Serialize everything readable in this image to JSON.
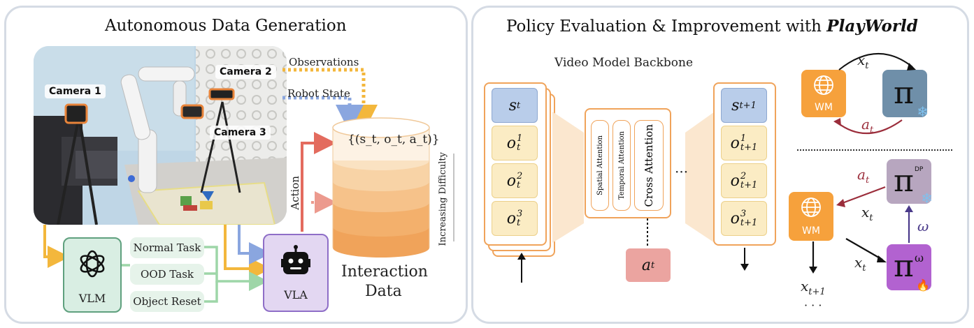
{
  "left_panel": {
    "title": "Autonomous Data Generation",
    "cameras": [
      "Camera 1",
      "Camera 2",
      "Camera 3"
    ],
    "flows": {
      "observations": "Observations",
      "robot_state": "Robot State",
      "action": "Action"
    },
    "vlm_label": "VLM",
    "tasks": [
      "Normal Task",
      "OOD Task",
      "Object Reset"
    ],
    "vla_label": "VLA",
    "database_tuple": "{(s_t, o_t, a_t)}",
    "difficulty_label": "Increasing Difficulty",
    "interaction_data_line1": "Interaction",
    "interaction_data_line2": "Data"
  },
  "right_panel": {
    "title_prefix": "Policy Evaluation & Improvement with ",
    "title_emph": "PlayWorld",
    "backbone_label": "Video Model Backbone",
    "attention_labels": [
      "Spatial Attention",
      "Temporal Attention",
      "Cross Attention"
    ],
    "ellipsis": "···",
    "action_token": "a_t",
    "wm_label": "WM",
    "pi_symbol": "π",
    "dp_sup": "DP",
    "omega_sup": "ω",
    "omega_label": "ω",
    "xt": "x_t",
    "at": "a_t",
    "xt1": "x_t+1",
    "dots": "· · ·"
  },
  "colors": {
    "panel_border": "#d5dbe4",
    "observation_arrow": "#f3b73c",
    "robot_state_arrow": "#8aa6df",
    "action_arrow": "#e36b5e",
    "vlm_green": "#5fa07e",
    "vla_purple": "#8e6ec7",
    "database_orange": "#f0a35a",
    "wm_orange": "#f6a13c",
    "pi_frozen": "#6f8fa9",
    "pi_omega": "#b262d0"
  }
}
